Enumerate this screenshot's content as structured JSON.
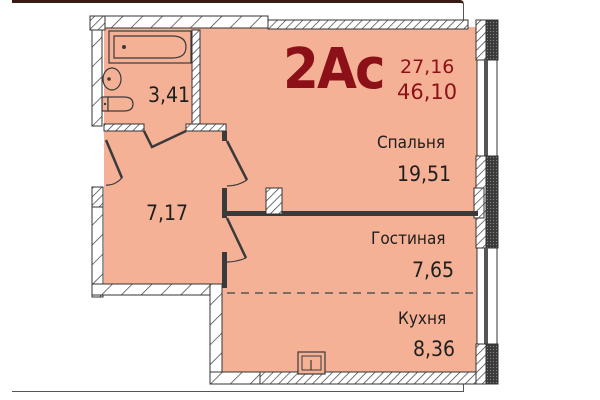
{
  "plan": {
    "apartment_type": "2Ас",
    "living_area": "27,16",
    "total_area": "46,10",
    "colors": {
      "floor": "#f4b196",
      "accent": "#8b1018",
      "wall": "#3a3a3a",
      "frame_top": "#3a1a14"
    }
  },
  "rooms": [
    {
      "name": "",
      "area": "3,41",
      "type": "bathroom"
    },
    {
      "name": "",
      "area": "7,17",
      "type": "hallway"
    },
    {
      "name": "Спальня",
      "area": "19,51",
      "type": "bedroom"
    },
    {
      "name": "Гостиная",
      "area": "7,65",
      "type": "living-room"
    },
    {
      "name": "Кухня",
      "area": "8,36",
      "type": "kitchen"
    }
  ]
}
